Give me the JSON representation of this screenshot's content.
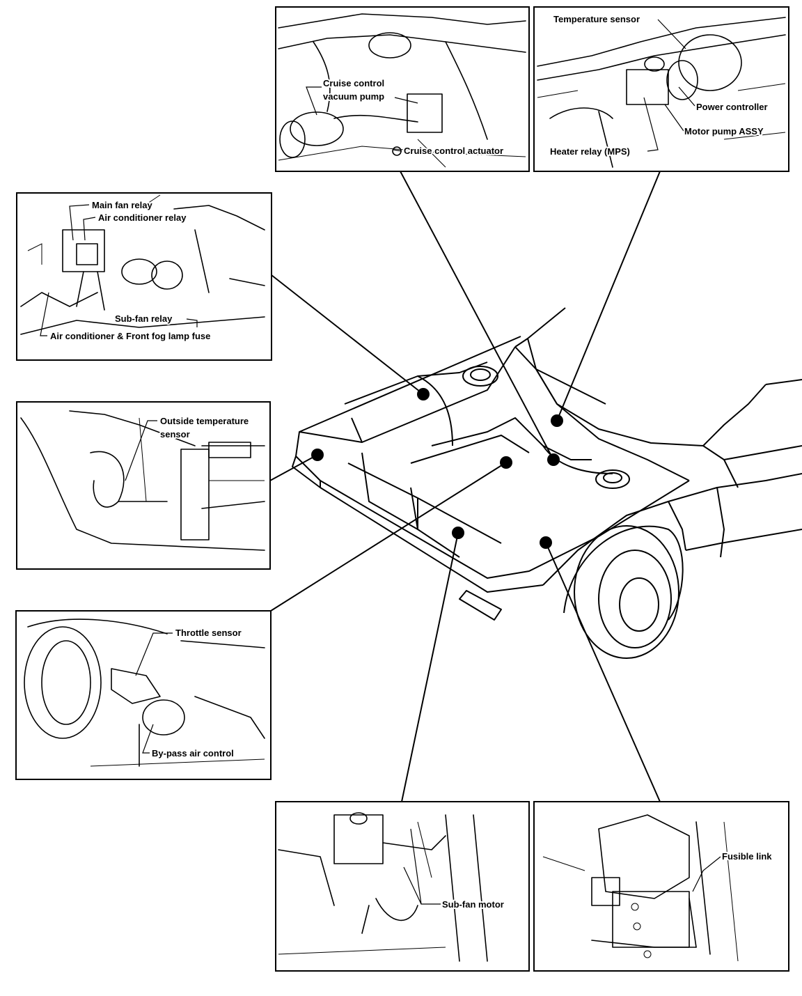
{
  "labels": {
    "cruise_pump_line1": "Cruise control",
    "cruise_pump_line2": "vacuum pump",
    "cruise_actuator": "Cruise control actuator",
    "temperature_sensor": "Temperature sensor",
    "power_controller": "Power controller",
    "motor_pump_assy": "Motor pump ASSY",
    "heater_relay": "Heater relay (MPS)",
    "main_fan_relay": "Main fan relay",
    "air_conditioner_relay": "Air conditioner relay",
    "sub_fan_relay": "Sub-fan relay",
    "ac_fog_fuse": "Air conditioner & Front fog lamp fuse",
    "outside_temp_line1": "Outside temperature",
    "outside_temp_line2": "sensor",
    "throttle_sensor": "Throttle sensor",
    "bypass_air_control": "By-pass air control",
    "sub_fan_motor": "Sub-fan motor",
    "fusible_link": "Fusible link"
  }
}
